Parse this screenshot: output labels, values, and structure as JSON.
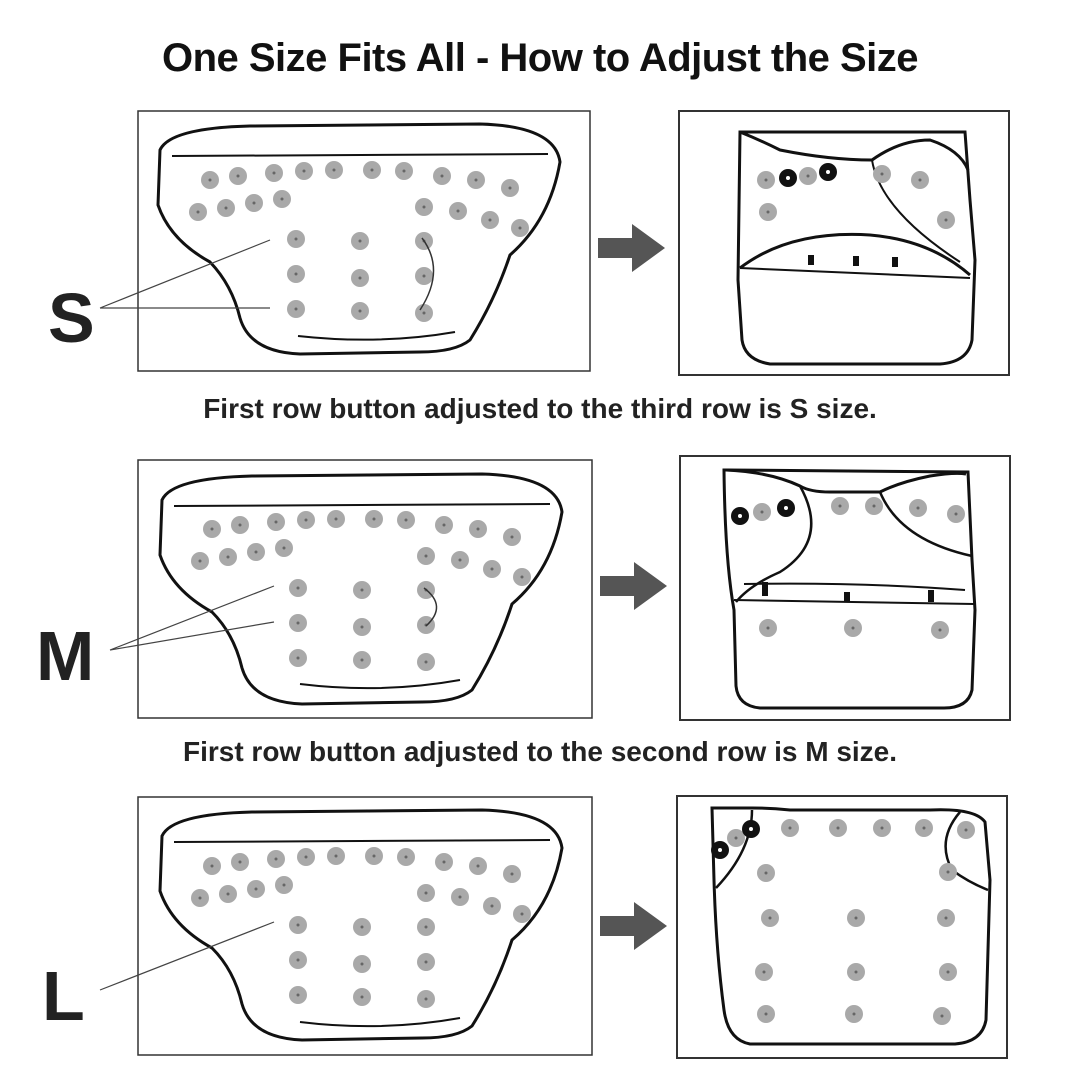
{
  "title": "One Size Fits All - How to Adjust the Size",
  "sections": [
    {
      "letter": "S",
      "caption": "First row button adjusted to the third row is S size."
    },
    {
      "letter": "M",
      "caption": "First row button adjusted to the second row is M size."
    },
    {
      "letter": "L",
      "caption": ""
    }
  ],
  "colors": {
    "snap_gray": "#a9a9a9",
    "snap_black": "#111111",
    "outline": "#111111",
    "arrow": "#555555"
  }
}
